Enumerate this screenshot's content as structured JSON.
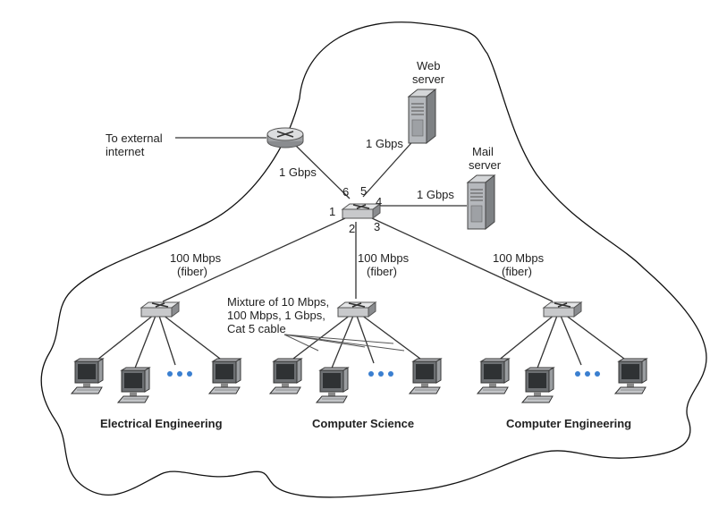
{
  "labels": {
    "external": [
      "To external",
      "internet"
    ],
    "web_server": [
      "Web",
      "server"
    ],
    "mail_server": [
      "Mail",
      "server"
    ],
    "router_link": "1 Gbps",
    "web_link": "1 Gbps",
    "mail_link": "1 Gbps",
    "ports": {
      "p1": "1",
      "p2": "2",
      "p3": "3",
      "p4": "4",
      "p5": "5",
      "p6": "6"
    },
    "left_uplink": [
      "100 Mbps",
      "(fiber)"
    ],
    "center_uplink": [
      "100 Mbps",
      "(fiber)"
    ],
    "right_uplink": [
      "100 Mbps",
      "(fiber)"
    ],
    "cabling": [
      "Mixture of 10 Mbps,",
      "100 Mbps, 1 Gbps,",
      "Cat 5 cable"
    ]
  },
  "departments": {
    "left": "Electrical Engineering",
    "center": "Computer Science",
    "right": "Computer Engineering"
  },
  "colors": {
    "switch_top": "#d9dadb",
    "switch_side": "#8a8c8f",
    "dots": "#3a7fd0",
    "server": "#b5b8bc"
  }
}
